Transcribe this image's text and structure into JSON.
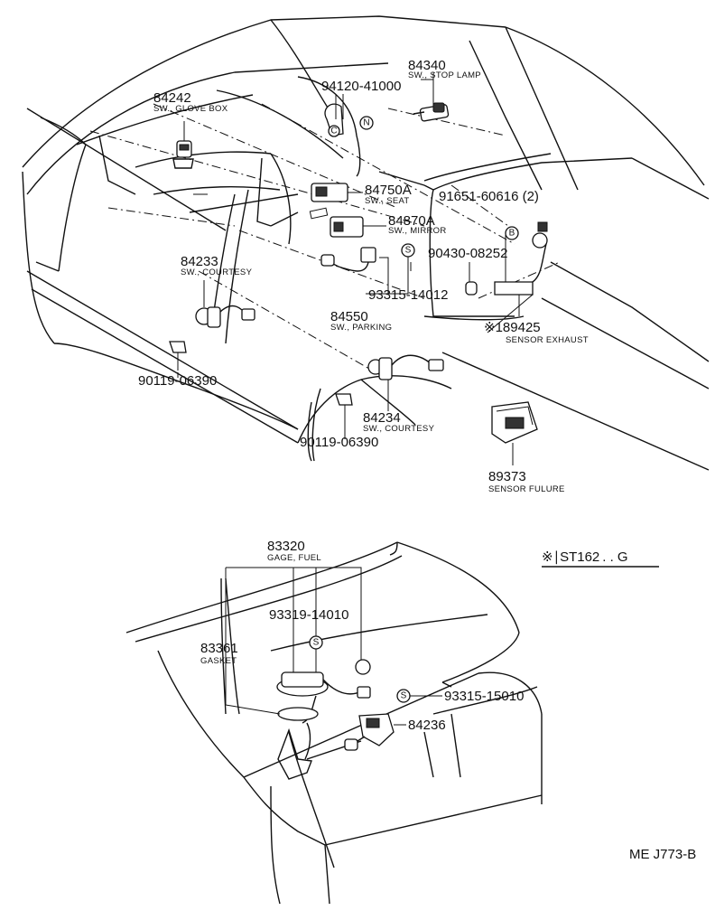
{
  "parts": {
    "p84340": {
      "number": "84340",
      "name": "SW., STOP LAMP"
    },
    "p94120": {
      "number": "94120-41000",
      "symbol": "N"
    },
    "p84242": {
      "number": "84242",
      "name": "SW., GLOVE BOX"
    },
    "p84750a": {
      "number": "84750A",
      "name": "SW., SEAT"
    },
    "p84870a": {
      "number": "84870A",
      "name": "SW., MIRROR"
    },
    "p91651": {
      "number": "91651-60616 (2)",
      "symbol": "B"
    },
    "p90430": {
      "number": "90430-08252"
    },
    "p84233": {
      "number": "84233",
      "name": "SW., COURTESY"
    },
    "p93315a": {
      "number": "93315-14012",
      "symbol": "S"
    },
    "p84550": {
      "number": "84550",
      "name": "SW., PARKING"
    },
    "p189425": {
      "number": "※189425",
      "name": "SENSOR EXHAUST"
    },
    "p90119a": {
      "number": "90119-06390"
    },
    "p84234": {
      "number": "84234",
      "name": "SW., COURTESY"
    },
    "p90119b": {
      "number": "90119-06390"
    },
    "p89373": {
      "number": "89373",
      "name": "SENSOR FULURE"
    },
    "p83320": {
      "number": "83320",
      "name": "GAGE, FUEL"
    },
    "p93319": {
      "number": "93319-14010",
      "symbol": "S"
    },
    "p83361": {
      "number": "83361",
      "name": "GASKET"
    },
    "p93315b": {
      "number": "93315-15010",
      "symbol": "S"
    },
    "p84236": {
      "number": "84236"
    }
  },
  "model_note": "※∣ST162 . . G",
  "diagram_id": "ME J773-B",
  "circle_letters": {
    "c": "C"
  }
}
